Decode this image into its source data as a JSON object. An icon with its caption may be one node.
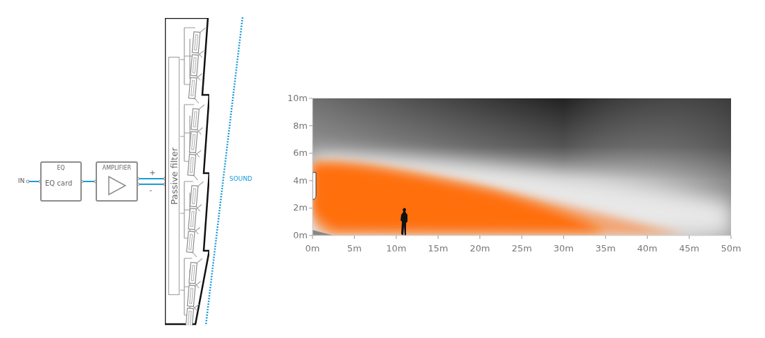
{
  "diagram": {
    "nodes": [
      {
        "text": [
          "IN"
        ]
      },
      {
        "text": [
          "EQ",
          "EQ card"
        ]
      },
      {
        "text": [
          "AMPLIFIER"
        ]
      },
      {
        "text": [],
        "shape": "box"
      },
      {
        "text": [
          "Passive filter"
        ],
        "in": 3
      }
    ],
    "edges": [
      {
        "from": 0,
        "to": 1,
        "arrow": "none"
      },
      {
        "from": 1,
        "to": 2,
        "arrow": "none"
      },
      {
        "from": 2,
        "to": 3,
        "arrow": "none",
        "label": "+"
      },
      {
        "from": 2,
        "to": 3,
        "arrow": "none",
        "label": "-"
      }
    ],
    "labels": [
      "SOUND",
      "10m",
      "8m",
      "6m",
      "4m",
      "2m",
      "0m",
      "0m",
      "5m",
      "10m",
      "15m",
      "20m",
      "25m",
      "30m",
      "35m",
      "40m",
      "45m",
      "50m"
    ]
  }
}
